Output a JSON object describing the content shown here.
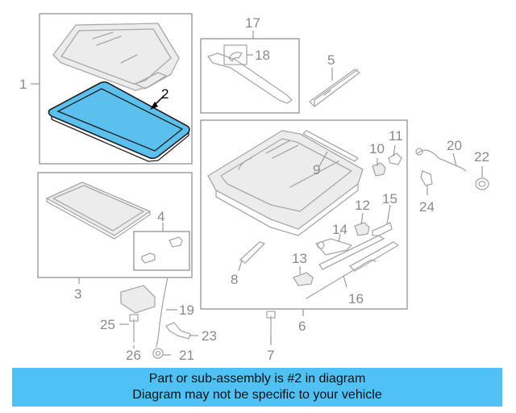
{
  "callouts": [
    "1",
    "2",
    "3",
    "4",
    "5",
    "6",
    "7",
    "8",
    "9",
    "10",
    "11",
    "12",
    "13",
    "14",
    "15",
    "16",
    "17",
    "18",
    "19",
    "20",
    "21",
    "22",
    "23",
    "24",
    "25",
    "26"
  ],
  "highlighted_part": "2",
  "banner": {
    "line1": "Part or sub-assembly is #2 in diagram",
    "line2": "Diagram may not be specific to your vehicle"
  },
  "colors": {
    "banner_bg": "#4fc1f5",
    "highlight_fill": "#5bc0ee",
    "line_gray": "#a8a8a8"
  }
}
